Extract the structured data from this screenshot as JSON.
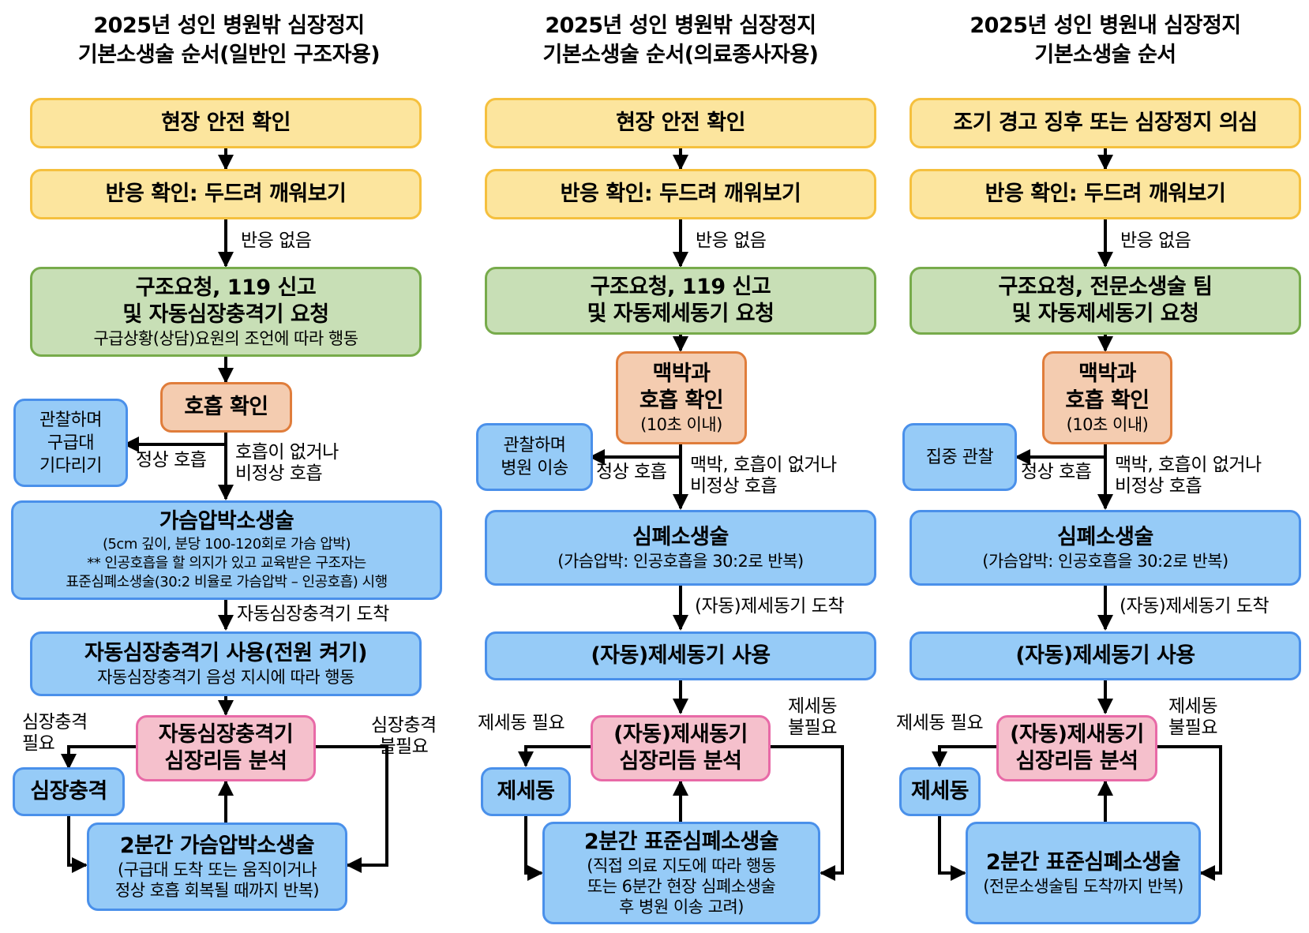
{
  "columns": [
    {
      "title_line1": "2025년 성인 병원밖 심장정지",
      "title_line2": "기본소생술 순서(일반인 구조자용)",
      "step_scene_safety": "현장 안전 확인",
      "step_check_response": "반응 확인: 두드려 깨워보기",
      "label_no_response": "반응 없음",
      "step_call_line1": "구조요청, 119 신고",
      "step_call_line2": "및 자동심장충격기 요청",
      "step_call_sub": "구급상황(상담)요원의 조언에 따라 행동",
      "step_check_breathing": "호흡 확인",
      "side_observe_line1": "관찰하며",
      "side_observe_line2": "구급대",
      "side_observe_line3": "기다리기",
      "label_normal_breathing": "정상 호흡",
      "label_abnormal_line1": "호흡이 없거나",
      "label_abnormal_line2": "비정상 호흡",
      "step_cpr_main": "가슴압박소생술",
      "step_cpr_sub1": "(5cm 깊이, 분당 100-120회로 가슴 압박)",
      "step_cpr_sub2": "** 인공호흡을 할 의지가 있고 교육받은 구조자는",
      "step_cpr_sub3": "표준심폐소생술(30:2 비율로 가슴압박 – 인공호흡) 시행",
      "label_aed_arrival": "자동심장충격기 도착",
      "step_aed_use_main": "자동심장충격기 사용(전원 켜기)",
      "step_aed_use_sub": "자동심장충격기 음성 지시에 따라 행동",
      "step_rhythm_line1": "자동심장충격기",
      "step_rhythm_line2": "심장리듬 분석",
      "label_shock_needed_line1": "심장충격",
      "label_shock_needed_line2": "필요",
      "label_shock_not_needed_line1": "심장충격",
      "label_shock_not_needed_line2": "불필요",
      "step_shock": "심장충격",
      "step_2min_main": "2분간 가슴압박소생술",
      "step_2min_sub1": "(구급대 도착 또는 움직이거나",
      "step_2min_sub2": "정상 호흡 회복될 때까지 반복)"
    },
    {
      "title_line1": "2025년 성인 병원밖 심장정지",
      "title_line2": "기본소생술 순서(의료종사자용)",
      "step_scene_safety": "현장 안전 확인",
      "step_check_response": "반응 확인: 두드려 깨워보기",
      "label_no_response": "반응 없음",
      "step_call_line1": "구조요청, 119 신고",
      "step_call_line2": "및 자동제세동기 요청",
      "step_check_line1": "맥박과",
      "step_check_line2": "호흡 확인",
      "step_check_sub": "(10초 이내)",
      "side_observe_line1": "관찰하며",
      "side_observe_line2": "병원 이송",
      "label_normal_breathing": "정상 호흡",
      "label_abnormal_line1": "맥박, 호흡이 없거나",
      "label_abnormal_line2": "비정상 호흡",
      "step_cpr_main": "심폐소생술",
      "step_cpr_sub": "(가슴압박: 인공호흡을 30:2로 반복)",
      "label_aed_arrival": "(자동)제세동기 도착",
      "step_aed_use_main": "(자동)제세동기 사용",
      "step_rhythm_line1": "(자동)제새동기",
      "step_rhythm_line2": "심장리듬 분석",
      "label_shock_needed": "제세동 필요",
      "label_shock_not_needed_line1": "제세동",
      "label_shock_not_needed_line2": "불필요",
      "step_shock": "제세동",
      "step_2min_main": "2분간 표준심폐소생술",
      "step_2min_sub1": "(직접 의료 지도에 따라 행동",
      "step_2min_sub2": "또는 6분간 현장 심폐소생술",
      "step_2min_sub3": "후 병원 이송 고려)"
    },
    {
      "title_line1": "2025년 성인 병원내 심장정지",
      "title_line2": "기본소생술 순서",
      "step_scene_safety": "조기 경고 징후 또는 심장정지 의심",
      "step_check_response": "반응 확인: 두드려 깨워보기",
      "label_no_response": "반응 없음",
      "step_call_line1": "구조요청, 전문소생술 팀",
      "step_call_line2": "및 자동제세동기 요청",
      "step_check_line1": "맥박과",
      "step_check_line2": "호흡 확인",
      "step_check_sub": "(10초 이내)",
      "side_observe_line1": "집중 관찰",
      "label_normal_breathing": "정상 호흡",
      "label_abnormal_line1": "맥박, 호흡이 없거나",
      "label_abnormal_line2": "비정상 호흡",
      "step_cpr_main": "심폐소생술",
      "step_cpr_sub": "(가슴압박: 인공호흡을 30:2로 반복)",
      "label_aed_arrival": "(자동)제세동기 도착",
      "step_aed_use_main": "(자동)제세동기 사용",
      "step_rhythm_line1": "(자동)제새동기",
      "step_rhythm_line2": "심장리듬 분석",
      "label_shock_needed": "제세동 필요",
      "label_shock_not_needed_line1": "제세동",
      "label_shock_not_needed_line2": "불필요",
      "step_shock": "제세동",
      "step_2min_main": "2분간 표준심폐소생술",
      "step_2min_sub1": "(전문소생술팀 도착까지 반복)"
    }
  ],
  "colors": {
    "yellow_fill": "#fce59e",
    "green_fill": "#c8dfb6",
    "orange_fill": "#f4ccb0",
    "blue_fill": "#96cbf7",
    "pink_fill": "#f5c0cc"
  }
}
